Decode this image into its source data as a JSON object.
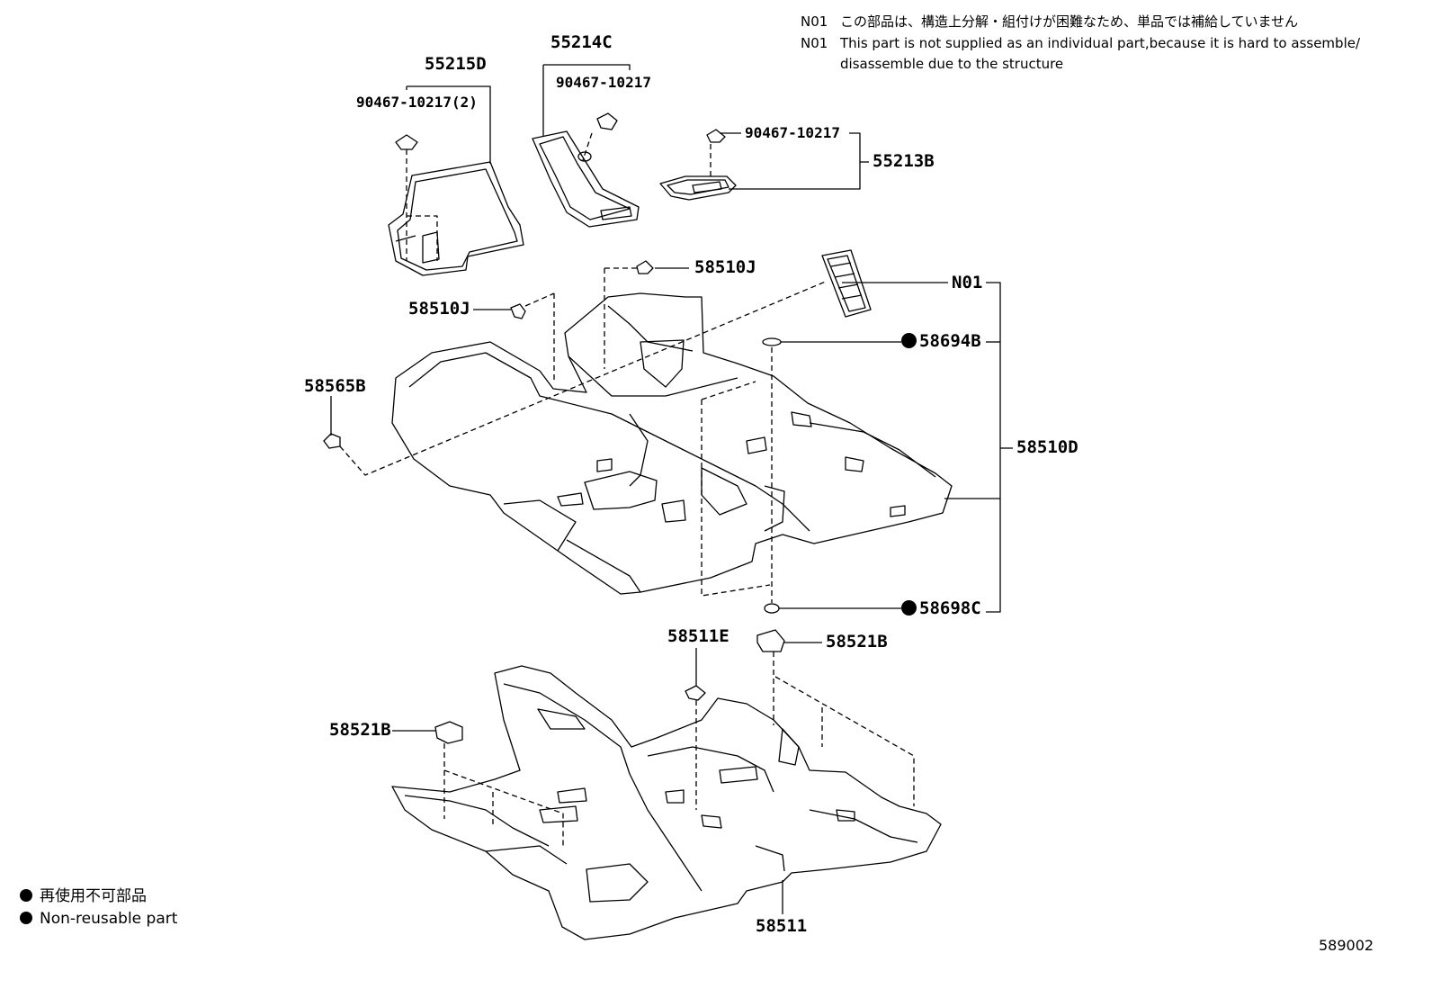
{
  "notes": {
    "code_1": "N01",
    "text_jp": "この部品は、構造上分解・組付けが困難なため、単品では補給していません",
    "code_2": "N01",
    "text_en_1": "This part is not supplied as an individual part,because it is hard to assemble/",
    "text_en_2": "disassemble due to the structure"
  },
  "parts": {
    "p55215D": "55215D",
    "p90467_2": "90467-10217(2)",
    "p55214C": "55214C",
    "p90467_a": "90467-10217",
    "p90467_b": "90467-10217",
    "p55213B": "55213B",
    "p58510J_top": "58510J",
    "p58510J_left": "58510J",
    "pN01": "N01",
    "p58694B": "58694B",
    "p58565B": "58565B",
    "p58510D": "58510D",
    "p58698C": "58698C",
    "p58511E": "58511E",
    "p58521B_right": "58521B",
    "p58521B_left": "58521B",
    "p58511": "58511"
  },
  "legend": {
    "jp": "再使用不可部品",
    "en": "Non-reusable part"
  },
  "figure_id": "589002",
  "colors": {
    "line": "#000000",
    "background": "#ffffff"
  }
}
